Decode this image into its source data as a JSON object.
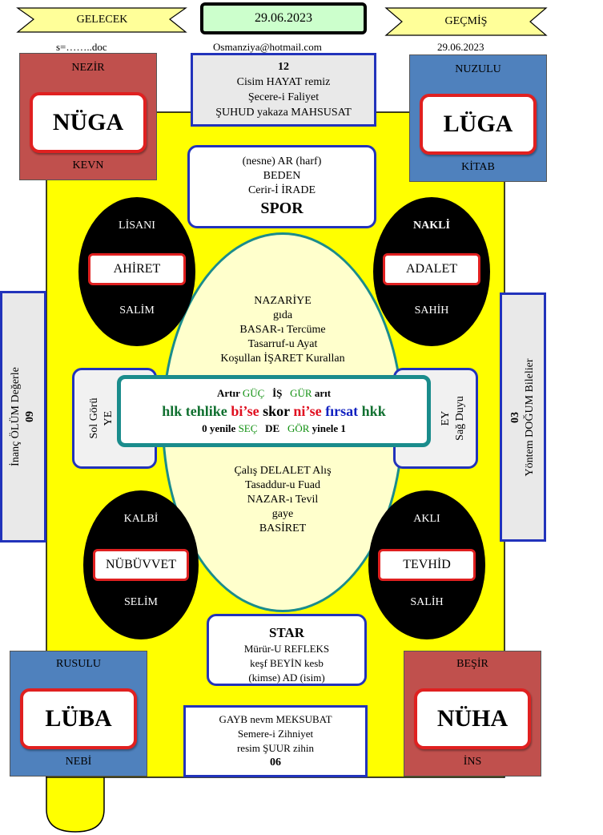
{
  "header": {
    "left_banner": "GELECEK",
    "date_box": "29.06.2023",
    "right_banner": "GEÇMİŞ",
    "file_note": "s=……..doc",
    "email": "Osmanziya@hotmail.com",
    "right_date": "29.06.2023"
  },
  "corners": {
    "top_left": {
      "top": "NEZİR",
      "word": "NÜGA",
      "bottom": "KEVN",
      "color": "#c0504d"
    },
    "top_right": {
      "top": "NUZULU",
      "word": "LÜGA",
      "bottom": "KİTAB",
      "color": "#4f81bd"
    },
    "bottom_left": {
      "top": "RUSULU",
      "word": "LÜBA",
      "bottom": "NEBİ",
      "color": "#4f81bd"
    },
    "bottom_right": {
      "top": "BEŞİR",
      "word": "NÜHA",
      "bottom": "İNS",
      "color": "#c0504d"
    }
  },
  "top_box": {
    "line1": "12",
    "line2": "Cisim HAYAT remiz",
    "line3": "Şecere-i Faliyet",
    "line4": "ŞUHUD yakaza MAHSUSAT"
  },
  "spor_box": {
    "line1": "(nesne) AR (harf)",
    "line2": "BEDEN",
    "line3": "Cerir-İ İRADE",
    "line4": "SPOR"
  },
  "ellipses": {
    "top_left": {
      "top": "LİSANI",
      "word": "AHİRET",
      "bottom": "SALİM"
    },
    "top_right": {
      "top": "NAKLİ",
      "word": "ADALET",
      "bottom": "SAHİH"
    },
    "bottom_left": {
      "top": "KALBİ",
      "word": "NÜBÜVVET",
      "bottom": "SELİM"
    },
    "bottom_right": {
      "top": "AKLI",
      "word": "TEVHİD",
      "bottom": "SALİH"
    }
  },
  "center_oval": {
    "upper": [
      "NAZARİYE",
      "gıda",
      "BASAR-ı Tercüme",
      "Tasarruf-u Ayat",
      "Koşullan İŞARET Kurallan"
    ],
    "lower": [
      "Çalış DELALET Alış",
      "Tasaddur-u Fuad",
      "NAZAR-ı Tevil",
      "gaye",
      "BASİRET"
    ]
  },
  "center_box": {
    "l1_a": "Artır",
    "l1_b": "GÜÇ",
    "l1_c": "İŞ",
    "l1_d": "GÜR",
    "l1_e": "arıt",
    "l2_a": "hlk tehlike",
    "l2_b": "bi’se",
    "l2_c": "skor",
    "l2_d": "ni’se",
    "l2_e": "fırsat",
    "l2_f": "hkk",
    "l3_a": "0 yenile",
    "l3_b": "SEÇ",
    "l3_c": "DE",
    "l3_d": "GÖR",
    "l3_e": "yinele 1"
  },
  "small_sides": {
    "left": {
      "line1": "Sol Görü",
      "line2": "YE"
    },
    "right": {
      "line1": "EY",
      "line2": "Sağ Duyu"
    }
  },
  "side_panels": {
    "left": {
      "line1": "İnanç ÖLÜM Değerle",
      "line2": "09"
    },
    "right": {
      "line1": "03",
      "line2": "Yöntem DOĞUM Bilelier"
    }
  },
  "star_box": {
    "line1": "STAR",
    "line2": "Mürür-U REFLEKS",
    "line3": "keşf BEYİN kesb",
    "line4": "(kimse) AD (isim)"
  },
  "bottom_box": {
    "line1": "GAYB nevm MEKSUBAT",
    "line2": "Semere-i Zihniyet",
    "line3": "resim ŞUUR zihin",
    "line4": "06"
  }
}
